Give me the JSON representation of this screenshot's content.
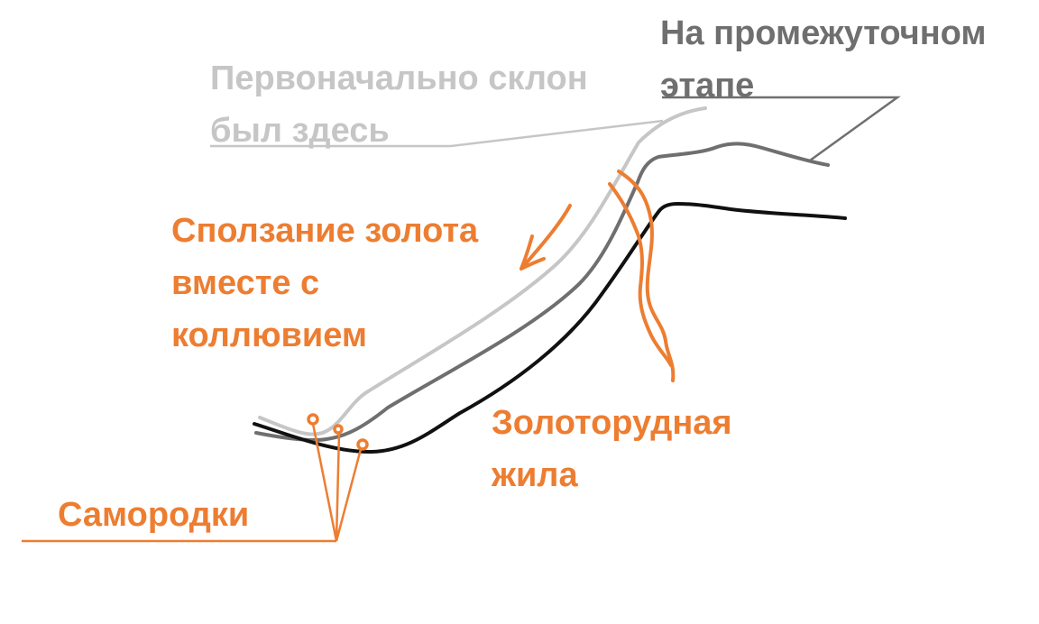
{
  "labels": {
    "original_slope": [
      "Первоначально склон",
      "был здесь"
    ],
    "intermediate_stage": [
      "На промежуточном",
      "этапе"
    ],
    "gold_creep": [
      "Сползание золота",
      "вместе с",
      "коллювием"
    ],
    "gold_vein": [
      "Золоторудная",
      "жила"
    ],
    "nuggets": "Самородки"
  },
  "colors": {
    "original_slope": "#c6c6c6",
    "intermediate_slope": "#6f6f6f",
    "current_slope": "#111111",
    "gold": "#ed7d31"
  }
}
